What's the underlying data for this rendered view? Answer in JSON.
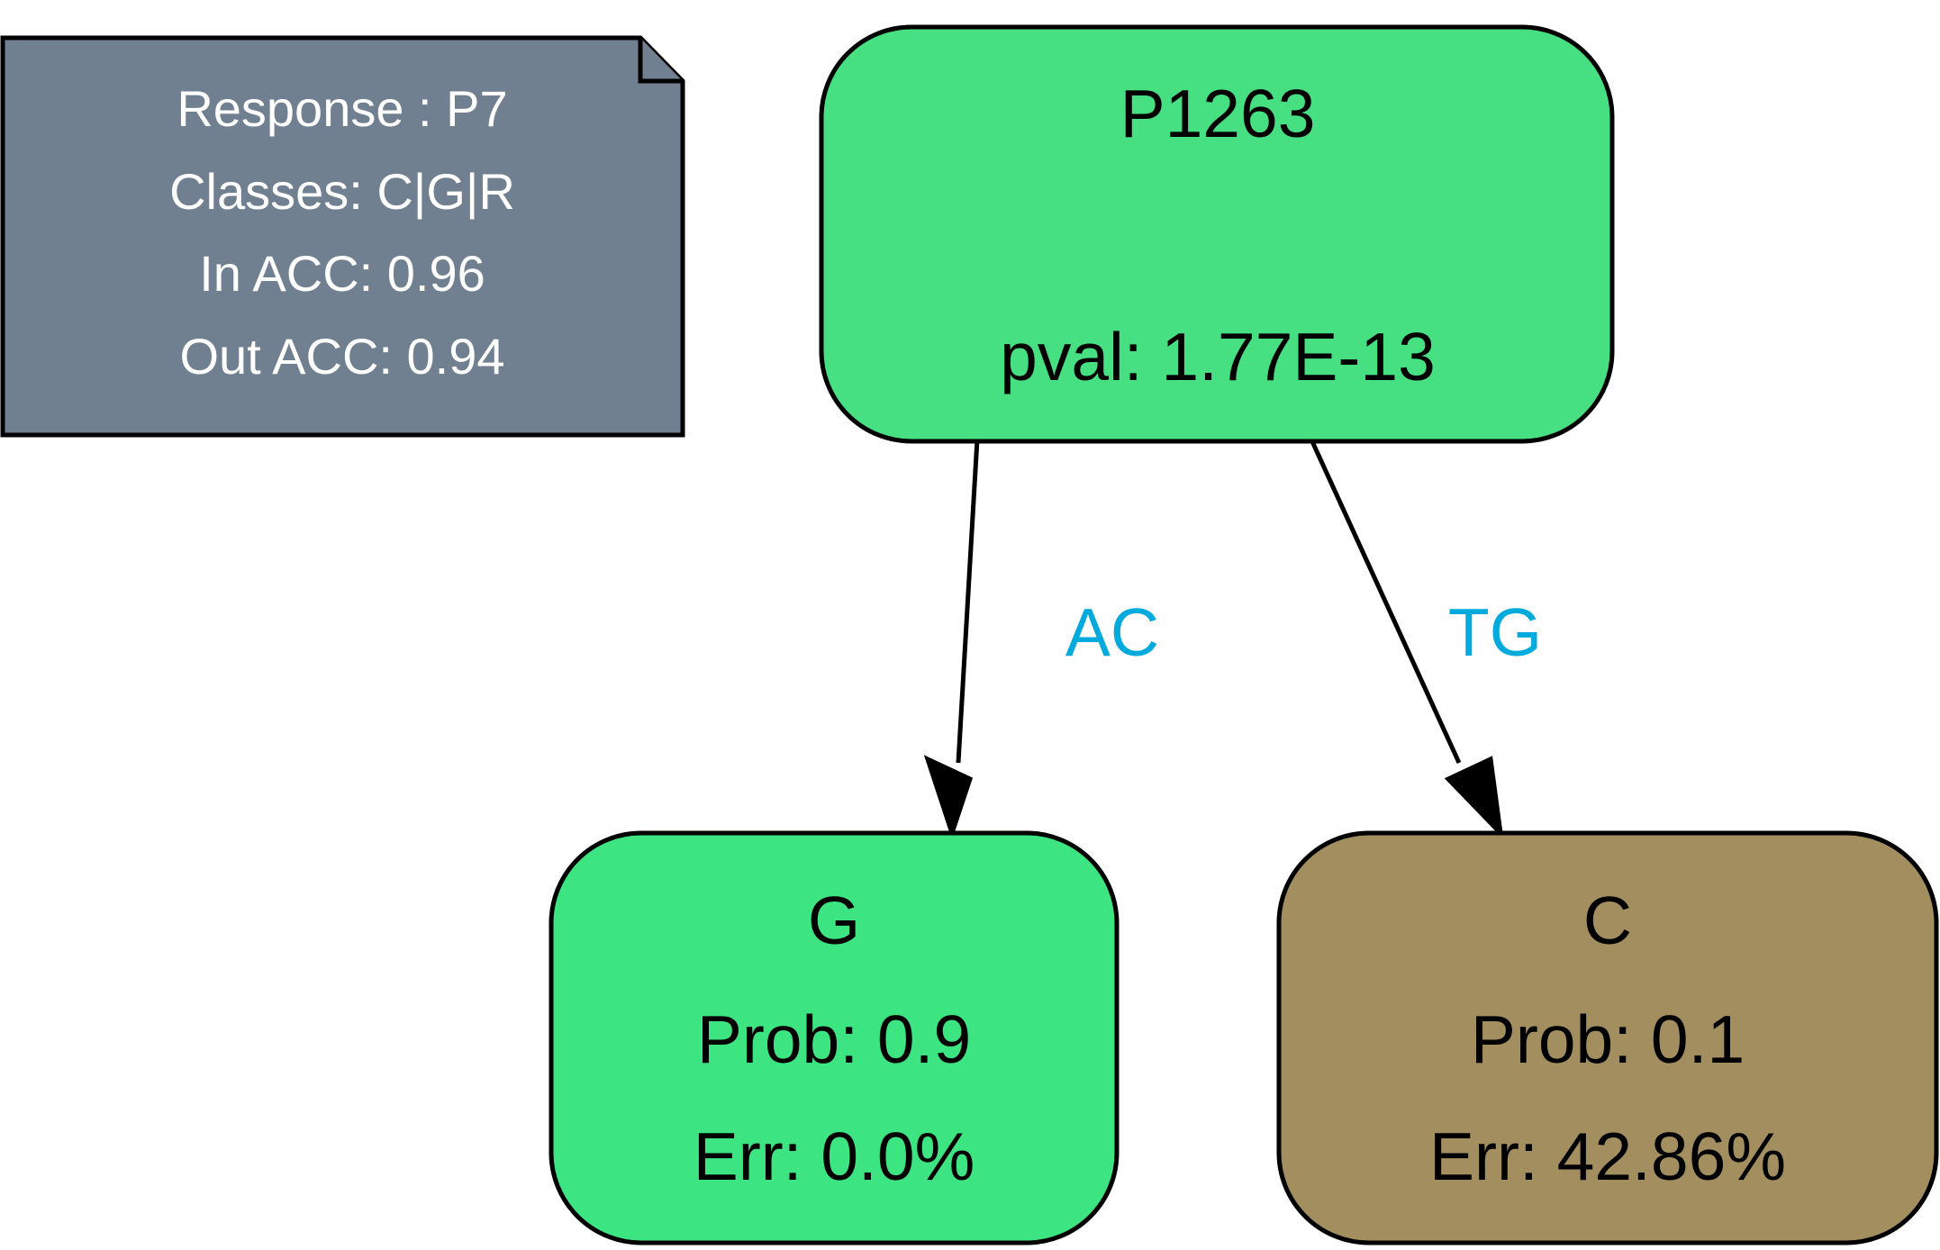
{
  "info_note": {
    "lines": [
      "Response : P7",
      "Classes: C|G|R",
      "In ACC: 0.96",
      "Out ACC: 0.94"
    ],
    "fill": "#708090",
    "text_color": "#ffffff"
  },
  "root_node": {
    "name": "P1263",
    "pval": "pval: 1.77E-13",
    "fill": "#46df82"
  },
  "edges": [
    {
      "label": "AC",
      "color": "#00aadd"
    },
    {
      "label": "TG",
      "color": "#00aadd"
    }
  ],
  "leaf_nodes": [
    {
      "class": "G",
      "prob": "Prob: 0.9",
      "err": "Err: 0.0%",
      "fill": "#3de582"
    },
    {
      "class": "C",
      "prob": "Prob: 0.1",
      "err": "Err: 42.86%",
      "fill": "#a38e60"
    }
  ]
}
